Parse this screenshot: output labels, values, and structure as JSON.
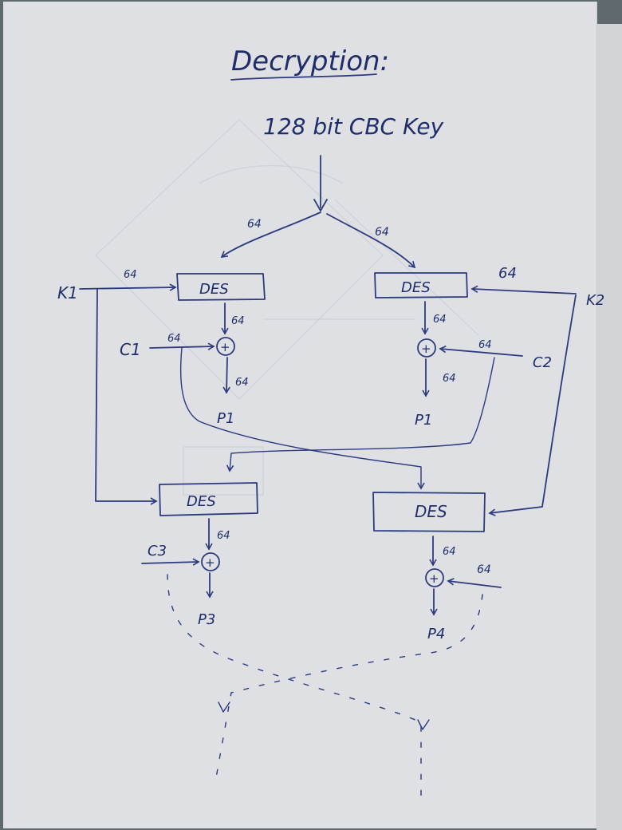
{
  "title": "Decryption:",
  "key_label": "128 bit CBC Key",
  "key_split_labels": [
    "64",
    "64"
  ],
  "des_label": "DES",
  "des_blocks": [
    {
      "label": "DES",
      "key": "K1",
      "key_bits": "64"
    },
    {
      "label": "DES",
      "key": "K2",
      "key_bits": "64"
    },
    {
      "label": "DES"
    },
    {
      "label": "DES"
    }
  ],
  "xor_symbol": "+",
  "bits": "64",
  "keys": [
    "K1",
    "K2"
  ],
  "inputs": [
    "C1",
    "C2",
    "C3"
  ],
  "outputs": [
    "P1",
    "P1",
    "P3",
    "P4"
  ],
  "icons": [
    "arrow",
    "xor-circle"
  ],
  "colors": {
    "ink": "#2d3a7d",
    "paper": "#dfe0e4",
    "background": "#5e6a6e"
  }
}
